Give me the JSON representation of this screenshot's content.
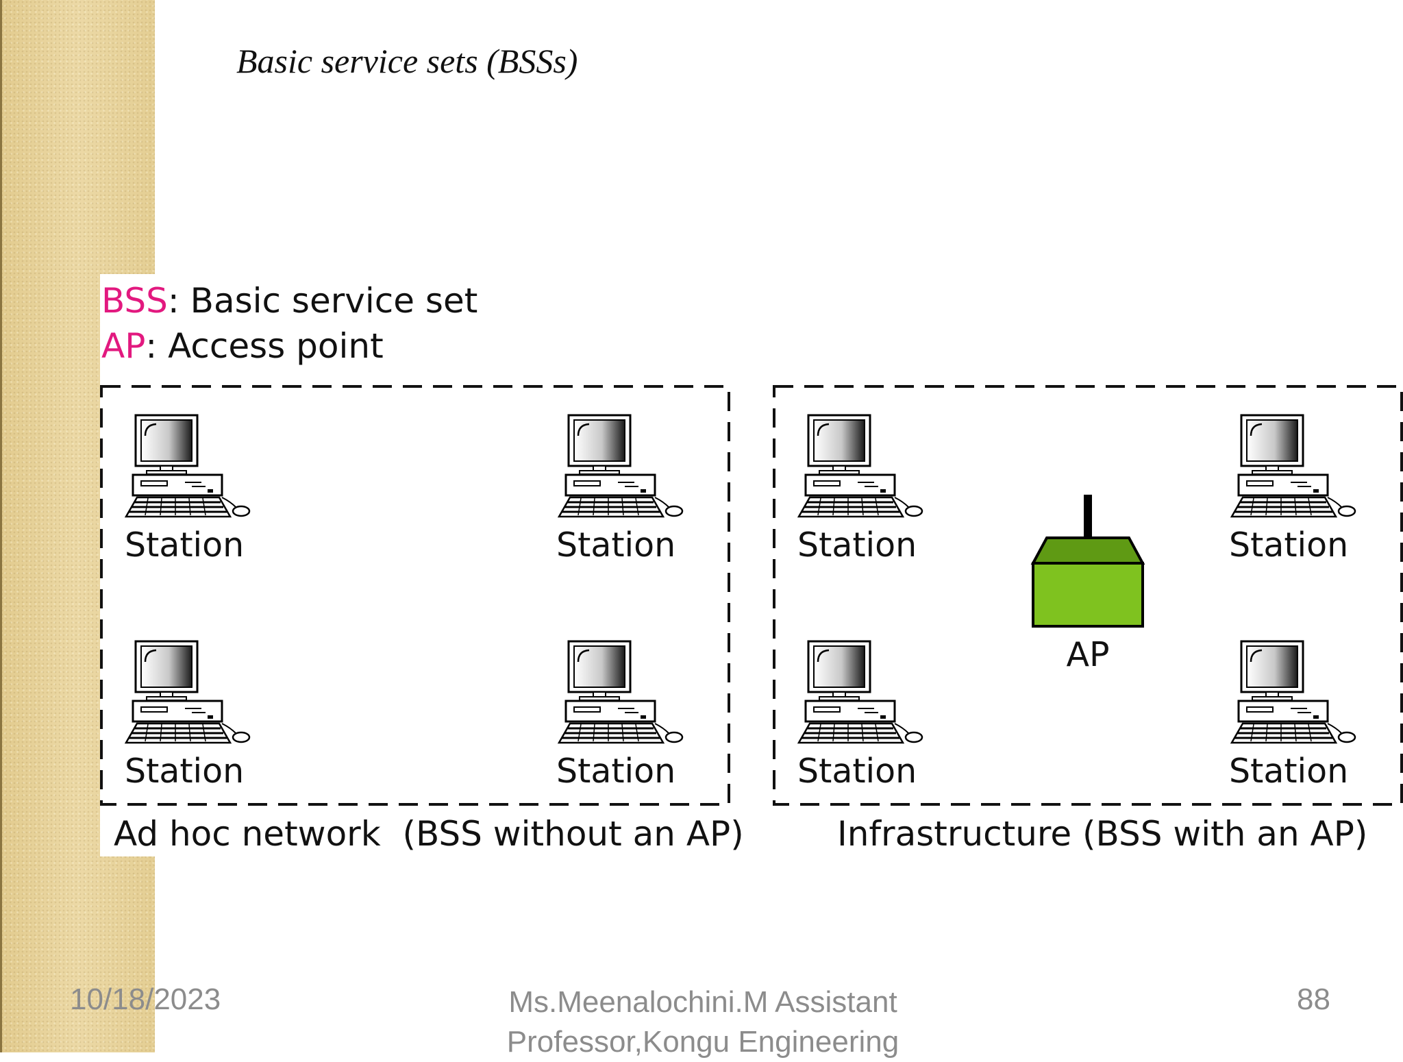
{
  "slide": {
    "title": "Basic service sets (BSSs)"
  },
  "legend": {
    "bss_abbr": "BSS",
    "bss_text": ": Basic service set",
    "ap_abbr": "AP",
    "ap_text": ": Access point",
    "abbr_color": "#e2197f"
  },
  "adhoc": {
    "station_label": "Station",
    "caption": "Ad hoc network  (BSS without an AP)"
  },
  "infrastructure": {
    "station_label": "Station",
    "ap_label": "AP",
    "ap_color": "#7fc21f",
    "caption": "Infrastructure (BSS with an AP)"
  },
  "footer": {
    "date": "10/18/2023",
    "author": "Ms.Meenalochini.M Assistant Professor,Kongu Engineering",
    "page": "88"
  }
}
